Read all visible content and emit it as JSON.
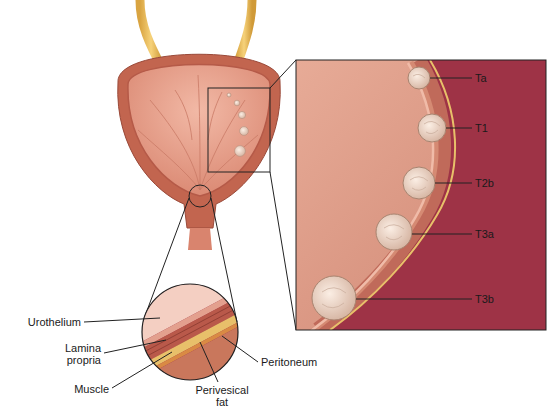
{
  "diagram": {
    "labels": [
      "Ta",
      "T1",
      "T2b",
      "T3a",
      "T3b",
      "Urothelium",
      "Lamina propria",
      "Muscle",
      "Perivesical fat",
      "Peritoneum"
    ]
  }
}
